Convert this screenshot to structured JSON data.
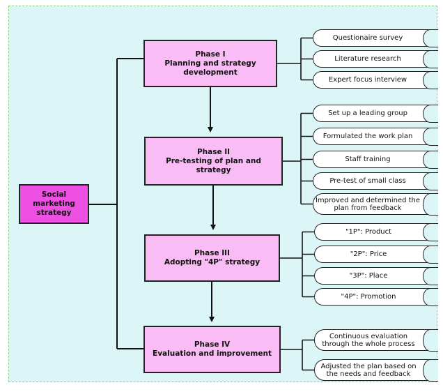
{
  "root": {
    "label": "Social marketing strategy"
  },
  "phases": [
    {
      "title": "Phase I",
      "subtitle": "Planning and strategy development",
      "items": [
        "Questionaire survey",
        "Literature research",
        "Expert focus interview"
      ]
    },
    {
      "title": "Phase II",
      "subtitle": "Pre-testing of plan and strategy",
      "items": [
        "Set up a leading group",
        "Formulated the work plan",
        "Staff training",
        "Pre-test of small class",
        "Improved and determined the plan from feedback"
      ]
    },
    {
      "title": "Phase III",
      "subtitle": "Adopting \"4P\" strategy",
      "items": [
        "\"1P\": Product",
        "\"2P\": Price",
        "\"3P\": Place",
        "\"4P\": Promotion"
      ]
    },
    {
      "title": "Phase IV",
      "subtitle": "Evaluation and improvement",
      "items": [
        "Continuous evaluation through the whole process",
        "Adjusted the plan based on the needs and feedback"
      ]
    }
  ],
  "colors": {
    "phase_fill": "#f9bcf5",
    "root_fill": "#ee50e4",
    "background": "#dcf5f7",
    "border": "#8fcf6f"
  }
}
